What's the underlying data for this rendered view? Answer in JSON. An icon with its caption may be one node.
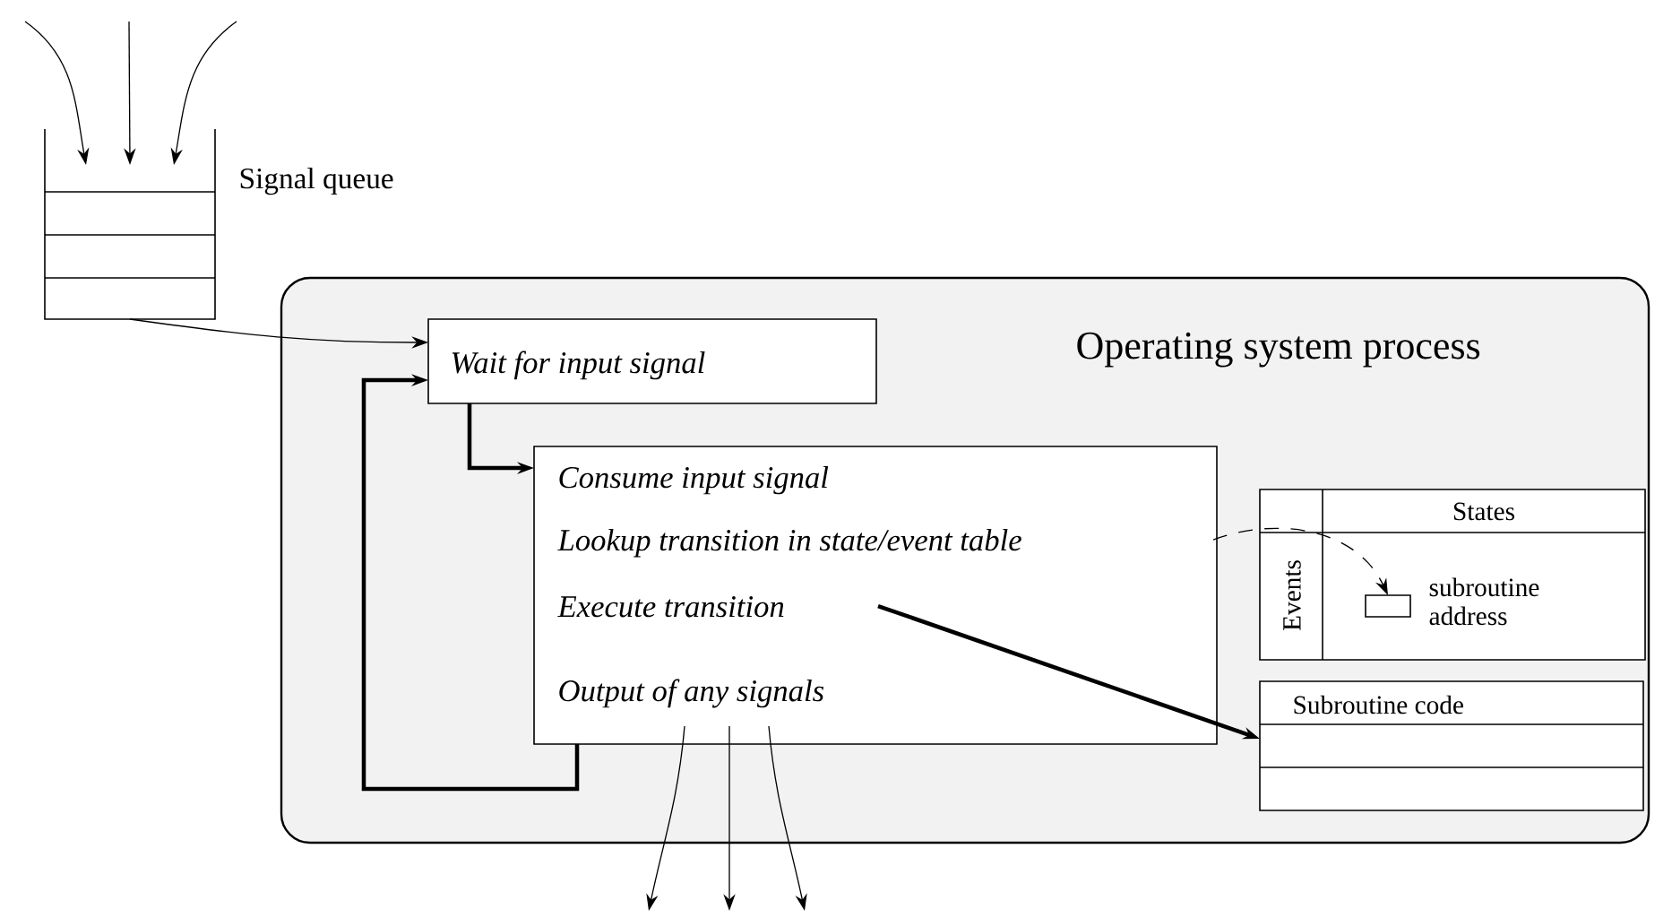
{
  "diagram": {
    "nodes": [
      {
        "text": [
          "Operating system process"
        ]
      },
      {
        "text": [
          "Signal queue"
        ]
      },
      {
        "text": [
          "Wait for input signal"
        ],
        "in": 0
      },
      {
        "text": [
          "Consume input signal",
          "Lookup transition in state/event table",
          "Execute transition",
          "Output of any signals"
        ],
        "in": 0
      },
      {
        "text": [
          "States",
          "Events",
          "subroutine address"
        ],
        "in": 0
      },
      {
        "text": [],
        "shape": "box",
        "in": 4
      },
      {
        "text": [
          "Subroutine code"
        ],
        "in": 0
      }
    ],
    "edges": [
      {
        "from": null,
        "to": 1,
        "arrow": "to"
      },
      {
        "from": null,
        "to": 1,
        "arrow": "to"
      },
      {
        "from": null,
        "to": 1,
        "arrow": "to"
      },
      {
        "from": 1,
        "to": 2,
        "arrow": "to"
      },
      {
        "from": 2,
        "to": 3,
        "arrow": "to",
        "style": "thick"
      },
      {
        "from": 3,
        "to": 2,
        "arrow": "to",
        "style": "thick"
      },
      {
        "from": 3,
        "to": 5,
        "arrow": "to",
        "style": "dashed"
      },
      {
        "from": 3,
        "to": 6,
        "arrow": "to",
        "style": "thick"
      },
      {
        "from": 3,
        "to": null,
        "arrow": "to"
      },
      {
        "from": 3,
        "to": null,
        "arrow": "to"
      },
      {
        "from": 3,
        "to": null,
        "arrow": "to"
      }
    ]
  }
}
